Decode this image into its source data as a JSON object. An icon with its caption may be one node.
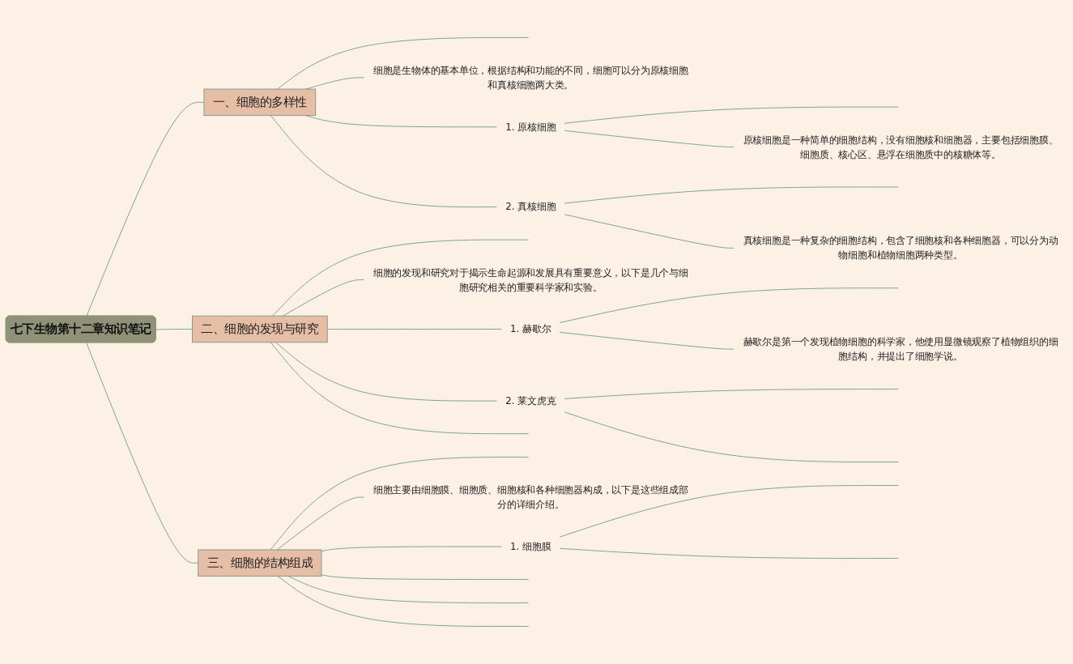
{
  "diagram": {
    "nodes": [
      {
        "text": [
          "七下生物第十二章知识笔记"
        ]
      },
      {
        "text": [
          "一、细胞的多样性"
        ]
      },
      {
        "text": [
          "细胞是生物体的基本单位，根据结构和功能的不同，细胞可以分为原核细胞和真核细胞两大类。"
        ]
      },
      {
        "text": [
          "1. 原核细胞"
        ]
      },
      {
        "text": [
          "原核细胞是一种简单的细胞结构，没有细胞核和细胞器，主要包括细胞膜、细胞质、核心区、悬浮在细胞质中的核糖体等。"
        ]
      },
      {
        "text": [
          "2. 真核细胞"
        ]
      },
      {
        "text": [
          "真核细胞是一种复杂的细胞结构，包含了细胞核和各种细胞器，可以分为动物细胞和植物细胞两种类型。"
        ]
      },
      {
        "text": [
          "二、细胞的发现与研究"
        ]
      },
      {
        "text": [
          "细胞的发现和研究对于揭示生命起源和发展具有重要意义，以下是几个与细胞研究相关的重要科学家和实验。"
        ]
      },
      {
        "text": [
          "1. 赫歇尔"
        ]
      },
      {
        "text": [
          "赫歇尔是第一个发现植物细胞的科学家，他使用显微镜观察了植物组织的细胞结构，并提出了细胞学说。"
        ]
      },
      {
        "text": [
          "2. 莱文虎克"
        ]
      },
      {
        "text": [
          "三、细胞的结构组成"
        ]
      },
      {
        "text": [
          "细胞主要由细胞膜、细胞质、细胞核和各种细胞器构成，以下是这些组成部分的详细介绍。"
        ]
      },
      {
        "text": [
          "1. 细胞膜"
        ]
      }
    ],
    "edges": [
      {
        "from": 0,
        "to": 1,
        "arrow": "none"
      },
      {
        "from": 0,
        "to": 7,
        "arrow": "none"
      },
      {
        "from": 0,
        "to": 12,
        "arrow": "none"
      },
      {
        "from": 1,
        "to": null,
        "arrow": "none"
      },
      {
        "from": 1,
        "to": 2,
        "arrow": "none"
      },
      {
        "from": 1,
        "to": 3,
        "arrow": "none"
      },
      {
        "from": 1,
        "to": 5,
        "arrow": "none"
      },
      {
        "from": 3,
        "to": null,
        "arrow": "none"
      },
      {
        "from": 3,
        "to": 4,
        "arrow": "none"
      },
      {
        "from": 5,
        "to": null,
        "arrow": "none"
      },
      {
        "from": 5,
        "to": 6,
        "arrow": "none"
      },
      {
        "from": 7,
        "to": null,
        "arrow": "none"
      },
      {
        "from": 7,
        "to": 8,
        "arrow": "none"
      },
      {
        "from": 7,
        "to": 9,
        "arrow": "none"
      },
      {
        "from": 7,
        "to": 11,
        "arrow": "none"
      },
      {
        "from": 7,
        "to": null,
        "arrow": "none"
      },
      {
        "from": 9,
        "to": null,
        "arrow": "none"
      },
      {
        "from": 9,
        "to": 10,
        "arrow": "none"
      },
      {
        "from": 11,
        "to": null,
        "arrow": "none"
      },
      {
        "from": 11,
        "to": null,
        "arrow": "none"
      },
      {
        "from": 12,
        "to": null,
        "arrow": "none"
      },
      {
        "from": 12,
        "to": 13,
        "arrow": "none"
      },
      {
        "from": 12,
        "to": 14,
        "arrow": "none"
      },
      {
        "from": 12,
        "to": null,
        "arrow": "none"
      },
      {
        "from": 12,
        "to": null,
        "arrow": "none"
      },
      {
        "from": 12,
        "to": null,
        "arrow": "none"
      },
      {
        "from": 14,
        "to": null,
        "arrow": "none"
      },
      {
        "from": 14,
        "to": null,
        "arrow": "none"
      }
    ]
  }
}
